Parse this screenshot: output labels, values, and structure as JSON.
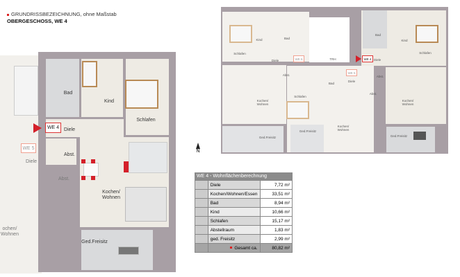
{
  "header": {
    "line1": "GRUNDRISSBEZEICHNUNG, ohne Maßstab",
    "line2": "OBERGESCHOSS, WE 4"
  },
  "left_plan": {
    "rooms": {
      "bad": "Bad",
      "kind": "Kind",
      "schlafen": "Schlafen",
      "diele": "Diele",
      "abst": "Abst.",
      "kochen": "Kochen/\nWohnen",
      "freisitz": "Ged.Freisitz"
    },
    "badge": "WE 4",
    "neighbor": {
      "badge": "WE 5",
      "diele": "Diele",
      "abst": "Abst.",
      "kochen": "ochen/\nWohnen"
    }
  },
  "north": "N",
  "right_plan": {
    "labels": {
      "schlafen_l": "Schlafen",
      "kind_l": "Kind",
      "bad_l": "Bad",
      "diele_l": "Diele",
      "we6": "WE 6",
      "trh": "TRH",
      "we4": "WE 4",
      "diele_r": "Diele",
      "bad_r": "Bad",
      "kind_r": "Kind",
      "schlafen_r": "Schlafen",
      "we5": "WE 5",
      "diele_c": "Diele",
      "bad_c": "Bad",
      "abst_l": "Abst.",
      "abst_r": "Abst.",
      "schlafen_c": "Schlafen",
      "abst_c": "Abst.",
      "kochen_l": "Kochen/\nWohnen",
      "kochen_c": "Kochen/\nWohnen",
      "kochen_r": "Kochen/\nWohnen",
      "freisitz_l": "Ged.Freisitz",
      "freisitz_c": "Ged.Freisitz",
      "freisitz_r": "Ged.Freisitz"
    }
  },
  "area_table": {
    "title": "WE 4 - Wohnflächenberechnung",
    "rows": [
      {
        "room": "Diele",
        "area": "7,72 m²"
      },
      {
        "room": "Kochen/Wohnen/Essen",
        "area": "33,51 m²"
      },
      {
        "room": "Bad",
        "area": "8,94 m²"
      },
      {
        "room": "Kind",
        "area": "10,66 m²"
      },
      {
        "room": "Schlafen",
        "area": "15,17 m²"
      },
      {
        "room": "Abstellraum",
        "area": "1,83 m²"
      },
      {
        "room": "ged. Freisitz",
        "area": "2,99 m²"
      }
    ],
    "total_label": "Gesamt ca.",
    "total": "80,82 m²"
  },
  "colors": {
    "accent": "#d4202a",
    "wall": "#a89fa5",
    "floor": "#eeebe4"
  }
}
